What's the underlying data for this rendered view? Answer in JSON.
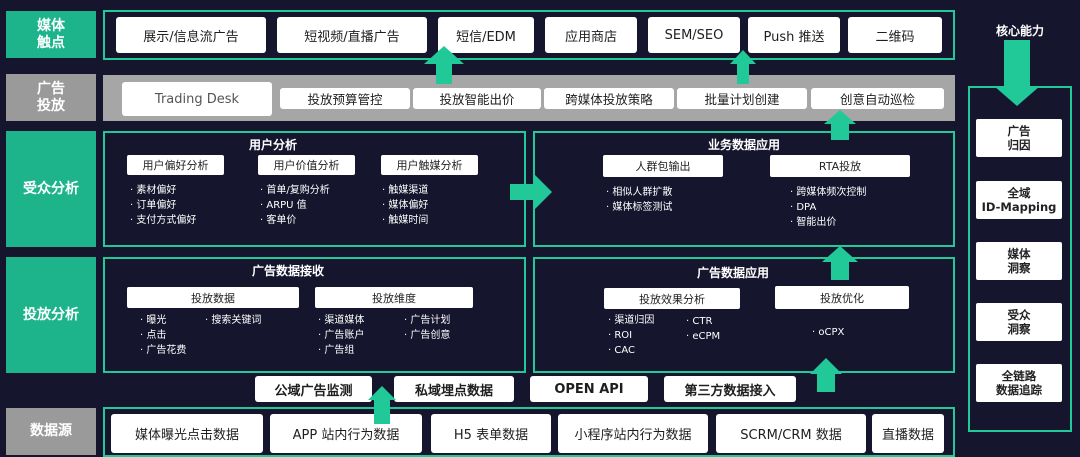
{
  "rows": {
    "media": "媒体\n触点",
    "ad": "广告\n投放",
    "audience": "受众分析",
    "delivery": "投放分析",
    "source": "数据源"
  },
  "media_points": [
    "展示/信息流广告",
    "短视频/直播广告",
    "短信/EDM",
    "应用商店",
    "SEM/SEO",
    "Push 推送",
    "二维码"
  ],
  "ad_delivery": {
    "trading_desk": "Trading Desk",
    "items": [
      "投放预算管控",
      "投放智能出价",
      "跨媒体投放策略",
      "批量计划创建",
      "创意自动巡检"
    ]
  },
  "user_analysis": {
    "title": "用户分析",
    "groups": [
      {
        "label": "用户偏好分析",
        "items": [
          "素材偏好",
          "订单偏好",
          "支付方式偏好"
        ]
      },
      {
        "label": "用户价值分析",
        "items": [
          "首单/复购分析",
          "ARPU 值",
          "客单价"
        ]
      },
      {
        "label": "用户触媒分析",
        "items": [
          "触媒渠道",
          "媒体偏好",
          "触媒时间"
        ]
      }
    ]
  },
  "business_app": {
    "title": "业务数据应用",
    "groups": [
      {
        "label": "人群包输出",
        "items": [
          "相似人群扩散",
          "媒体标签测试"
        ]
      },
      {
        "label": "RTA投放",
        "items": [
          "跨媒体频次控制",
          "DPA",
          "智能出价"
        ]
      }
    ]
  },
  "ad_receive": {
    "title": "广告数据接收",
    "groups": [
      {
        "label": "投放数据",
        "col1": [
          "曝光",
          "点击",
          "广告花费"
        ],
        "col2": [
          "搜索关键词"
        ]
      },
      {
        "label": "投放维度",
        "col1": [
          "渠道媒体",
          "广告账户",
          "广告组"
        ],
        "col2": [
          "广告计划",
          "广告创意"
        ]
      }
    ]
  },
  "ad_app": {
    "title": "广告数据应用",
    "groups": [
      {
        "label": "投放效果分析",
        "col1": [
          "渠道归因",
          "ROI",
          "CAC"
        ],
        "col2": [
          "CTR",
          "eCPM"
        ]
      },
      {
        "label": "投放优化",
        "col1": [
          "oCPX"
        ],
        "col2": []
      }
    ]
  },
  "middle_bar": [
    "公域广告监测",
    "私域埋点数据",
    "OPEN API",
    "第三方数据接入"
  ],
  "data_sources": [
    "媒体曝光点击数据",
    "APP 站内行为数据",
    "H5 表单数据",
    "小程序站内行为数据",
    "SCRM/CRM 数据",
    "直播数据"
  ],
  "core": {
    "title": "核心能力",
    "items": [
      "广告\n归因",
      "全域\nID-Mapping",
      "媒体\n洞察",
      "受众\n洞察",
      "全链路\n数据追踪"
    ]
  },
  "colors": {
    "green": "#20c997",
    "label_green": "#1db48c",
    "bg": "#15152d",
    "gray": "#a6a6a6"
  }
}
